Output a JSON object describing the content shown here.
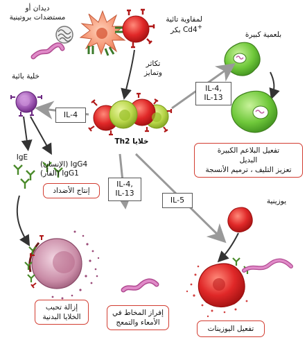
{
  "labels": {
    "parasites": [
      "ديدان أو",
      "مستضدات بروتينية"
    ],
    "naive_t": [
      "لمفاوية تائية",
      "بكر Cd4+"
    ],
    "prolif": [
      "تكاثر",
      "وتمايز"
    ],
    "big_cell": "بلعمية كبيرة",
    "b_cell": "خلية بائية",
    "th2": "Th2 خلايا",
    "ige": "IgE",
    "igg_human": "(الإنسان) IgG4",
    "igg_mouse": "(الفأر) IgG1",
    "eosinophil": "يوزينية"
  },
  "cytokines": {
    "il4_il13_top": [
      "IL-4,",
      "IL-13"
    ],
    "il4_left": "IL-4",
    "il4_il13_mid": [
      "IL-4,",
      "IL-13"
    ],
    "il5": "IL-5"
  },
  "boxes": {
    "macrophage_effects": [
      "تفعيل البلاعم الكبيرة",
      "البديل",
      "تعزيز التليف ، ترميم الأنسجة"
    ],
    "antibody": "إنتاج الأضداد",
    "degranulation": [
      "إزالة تحبب",
      "الخلايا البدنية"
    ],
    "mucus": [
      "إفراز المخاط في",
      "الأمعاء والتمعج"
    ],
    "eos_activation": "تفعيل اليوزينات"
  },
  "colors": {
    "box_border": "#d23b2f",
    "th2_green": "#b8d64a",
    "red_cell": "#e03030",
    "macrophage_green": "#6fc83a",
    "b_cell_purple": "#8a3ca0",
    "mast_cell": "#c98ba6",
    "worm": "#c060a0"
  }
}
